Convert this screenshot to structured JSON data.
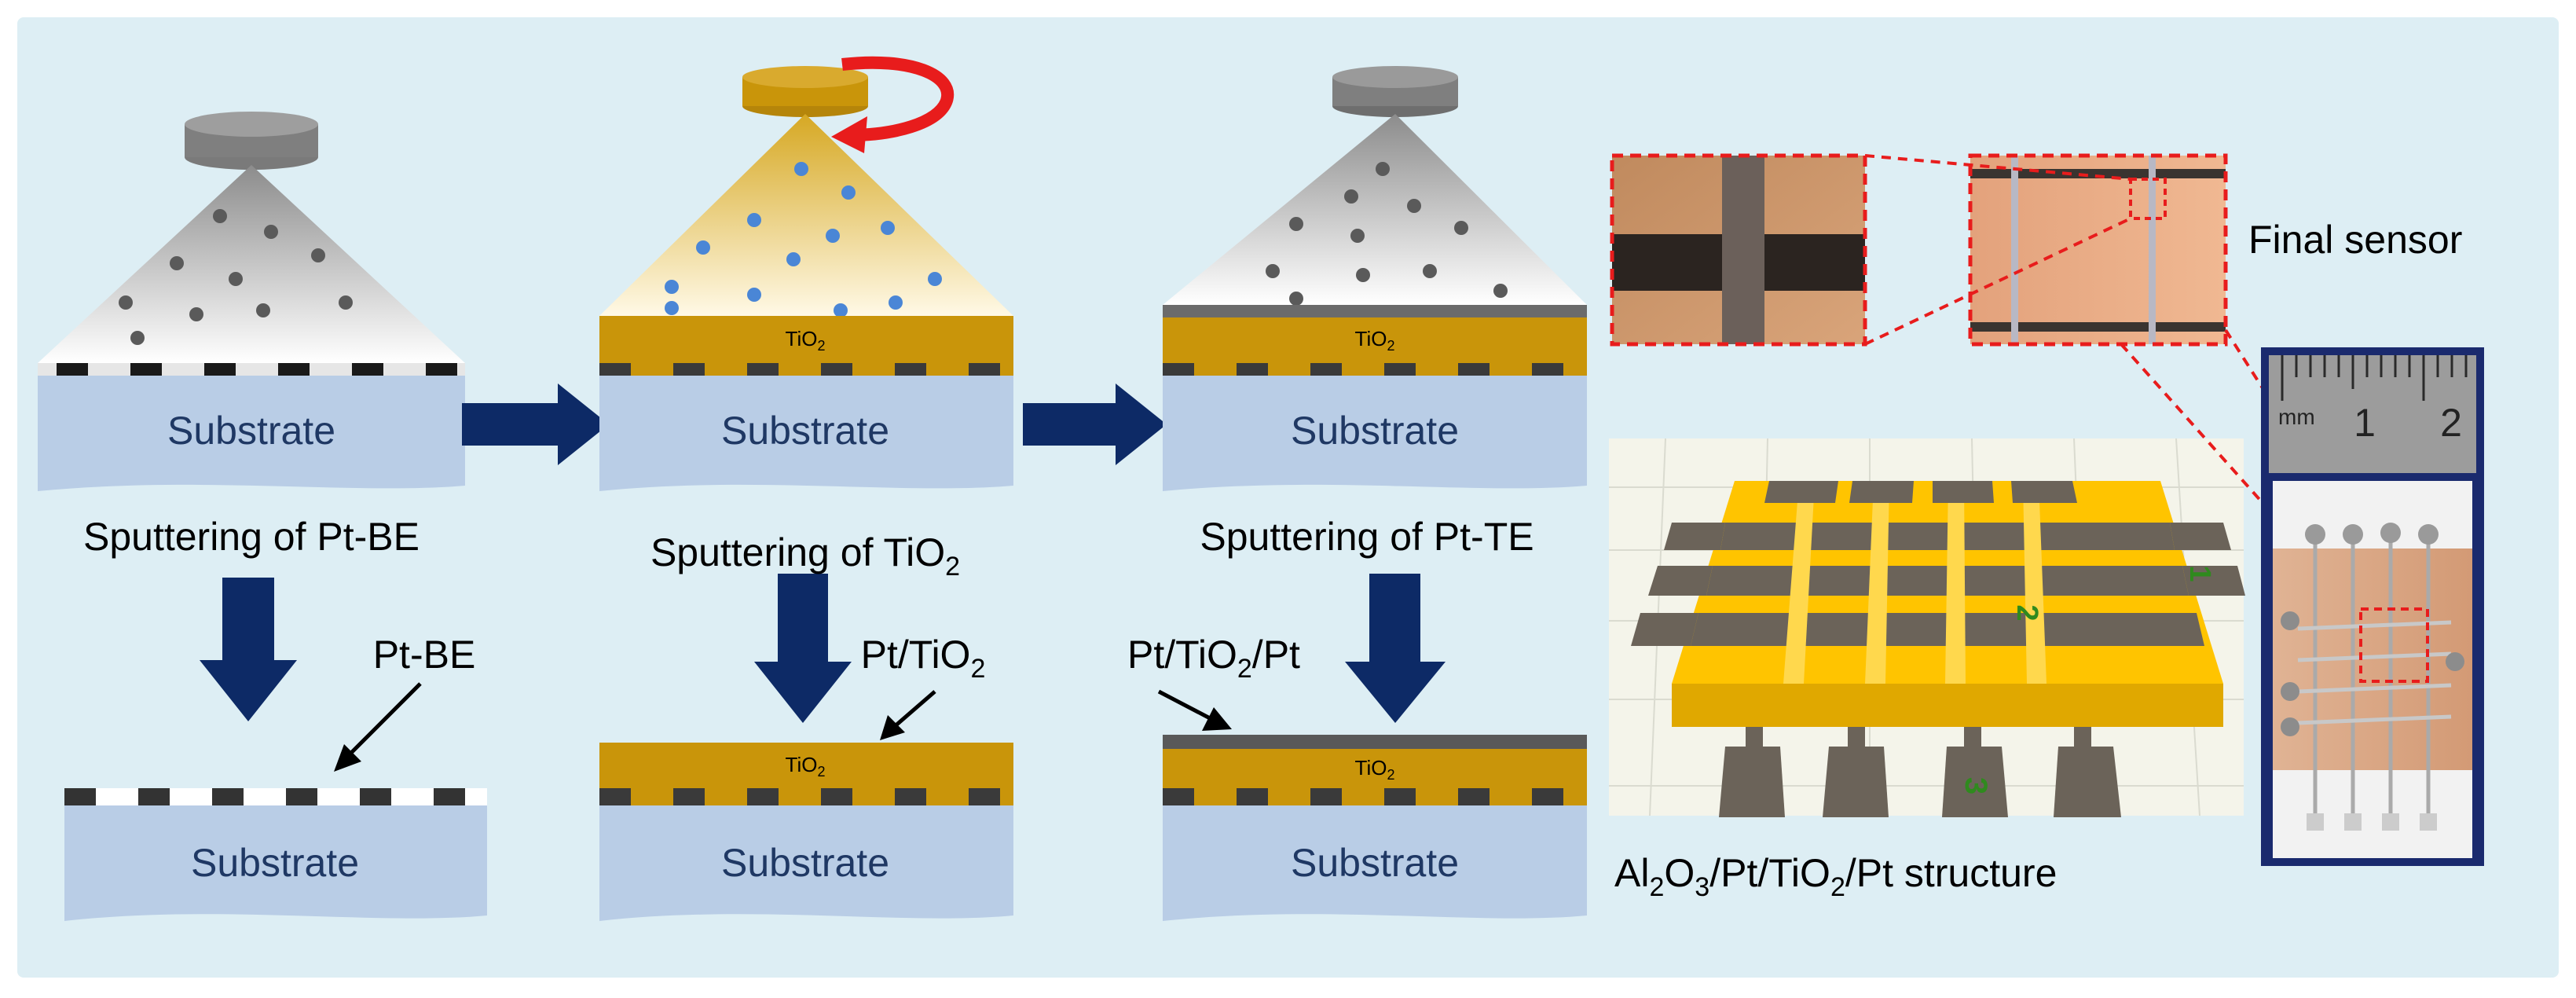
{
  "colors": {
    "background": "#ddeef4",
    "substrate": "#b9cde6",
    "substrate_text": "#1f3864",
    "gold": "#c9950a",
    "pt_gray": "#595959",
    "arrow_navy": "#0d2a66",
    "red": "#e81c1c",
    "model_yellow": "#ffc400",
    "model_gray": "#6b6359",
    "label_green": "#2f8a1e"
  },
  "labels": {
    "substrate": "Substrate",
    "tio2": "TiO",
    "sub2": "2",
    "sub3": "3",
    "step1_caption": "Sputtering of Pt-BE",
    "step2_caption_main": "Sputtering of TiO",
    "step3_caption": "Sputtering of Pt-TE",
    "result1_label": "Pt-BE",
    "result2_label_main": "Pt/TiO",
    "result3_label_main": "Pt/TiO",
    "result3_label_tail": "/Pt",
    "final_sensor": "Final sensor",
    "structure_a": "Al",
    "structure_b": "O",
    "structure_c": "/Pt/TiO",
    "structure_d": "/Pt structure",
    "model_num_1": "1",
    "model_num_2": "2",
    "model_num_3": "3",
    "ruler_unit": "mm",
    "ruler_1": "1",
    "ruler_2": "2"
  }
}
